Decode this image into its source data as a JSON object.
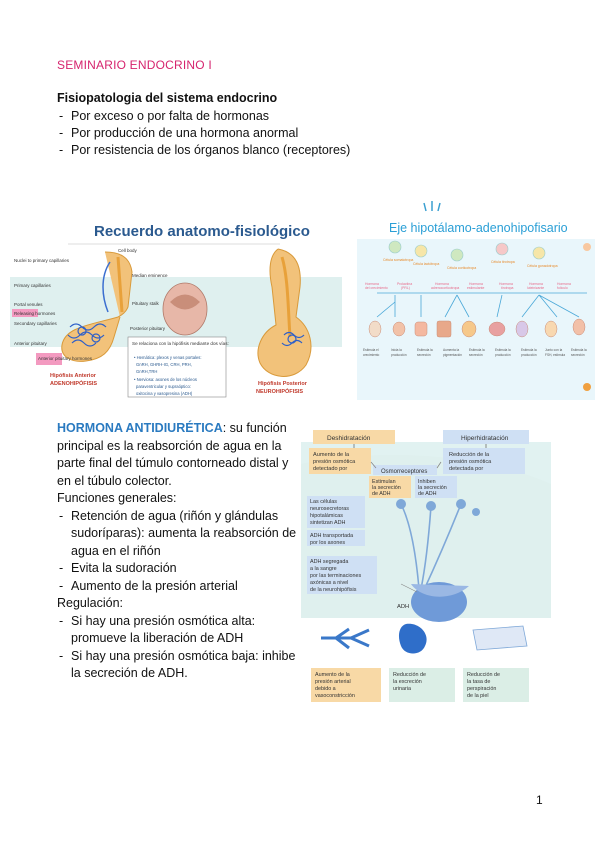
{
  "document": {
    "title": "SEMINARIO ENDOCRINO I",
    "subtitle": "Fisiopatologia del sistema endocrino",
    "causes": [
      "Por exceso o por falta de hormonas",
      "Por producción de una hormona anormal",
      "Por resistencia de los órganos blanco (receptores)"
    ],
    "hormone_name": "HORMONA ANTIDIURÉTICA",
    "hormone_intro": ": su función principal es la reabsorción de agua en la parte final del túmulo contorneado distal y en el túbulo colector.",
    "functions_heading": "Funciones generales:",
    "functions": [
      "Retención de agua (riñón y glándulas sudoríparas): aumenta la reabsorción de agua en el riñón",
      "Evita la sudoración",
      "Aumento de la presión arterial"
    ],
    "regulation_heading": "Regulación:",
    "regulation": [
      "Si hay una presión osmótica alta: promueve la liberación de ADH",
      "Si hay una presión osmótica baja: inhibe la secreción de ADH."
    ],
    "page_number": "1"
  },
  "figure_anatomy": {
    "title": "Recuerdo anatomo-fisiológico",
    "labels": [
      "Cell body",
      "Nuclei to primary capillaries",
      "Primary capillaries",
      "Median eminence",
      "Portal venules",
      "Pituitary stalk",
      "Releasing hormones",
      "Secondary capillaries",
      "Posterior pituitary",
      "Anterior pituitary",
      "Anterior pituitary hormones"
    ],
    "note_heading": "Se relaciona con la hipófisis mediante dos vías:",
    "note_items": [
      "Hemática: plexos y venas portales: GnRH, GHRH-IG, CRH, PRH, GnRH,TRH",
      "Nerviosa: axones de los núcleos paraventricular y supraóptico: oxitocina y vasopresina (ADH)"
    ],
    "left_caption_1": "Hipófisis Anterior",
    "left_caption_2": "ADENOHIPÓFISIS",
    "right_caption_1": "Hipófisis Posterior",
    "right_caption_2": "NEUROHIPÓFISIS"
  },
  "figure_axis": {
    "title": "Eje hipotálamo-adenohipofisario"
  },
  "figure_adh": {
    "box_dehydration": "Deshidratación",
    "box_hyperhydration": "Hiperhidratación",
    "box_increase_1": "Aumento de la",
    "box_increase_2": "presión osmótica",
    "box_increase_3": "detectado por",
    "box_reduction_1": "Reducción de la",
    "box_reduction_2": "presión osmótica",
    "box_reduction_3": "detectada por",
    "osmoreceptors": "Osmorreceptores",
    "stimulate_1": "Estimulan",
    "stimulate_2": "la secreción",
    "stimulate_3": "de ADH",
    "inhibit_1": "Inhiben",
    "inhibit_2": "la secreción",
    "inhibit_3": "de ADH",
    "cells_1": "Las células",
    "cells_2": "neurosecretoras",
    "cells_3": "hipotalámicas",
    "cells_4": "sintetizan ADH",
    "transport_1": "ADH transportada",
    "transport_2": "por los axones",
    "secreted_1": "ADH segregada",
    "secreted_2": "a la sangre",
    "secreted_3": "por las terminaciones",
    "secreted_4": "axónicas a nivel",
    "secreted_5": "de la neurohipófisis",
    "adh_label": "ADH",
    "out1_1": "Aumento de la",
    "out1_2": "presión arterial",
    "out1_3": "debido a",
    "out1_4": "vasoconstricción",
    "out2_1": "Reducción de",
    "out2_2": "la excreción",
    "out2_3": "urinaria",
    "out3_1": "Reducción de",
    "out3_2": "la tasa de",
    "out3_3": "perspiración",
    "out3_4": "de la piel"
  },
  "colors": {
    "title_pink": "#d6246e",
    "hormone_blue": "#2a7ac0",
    "axis_title": "#2a9fd6"
  }
}
